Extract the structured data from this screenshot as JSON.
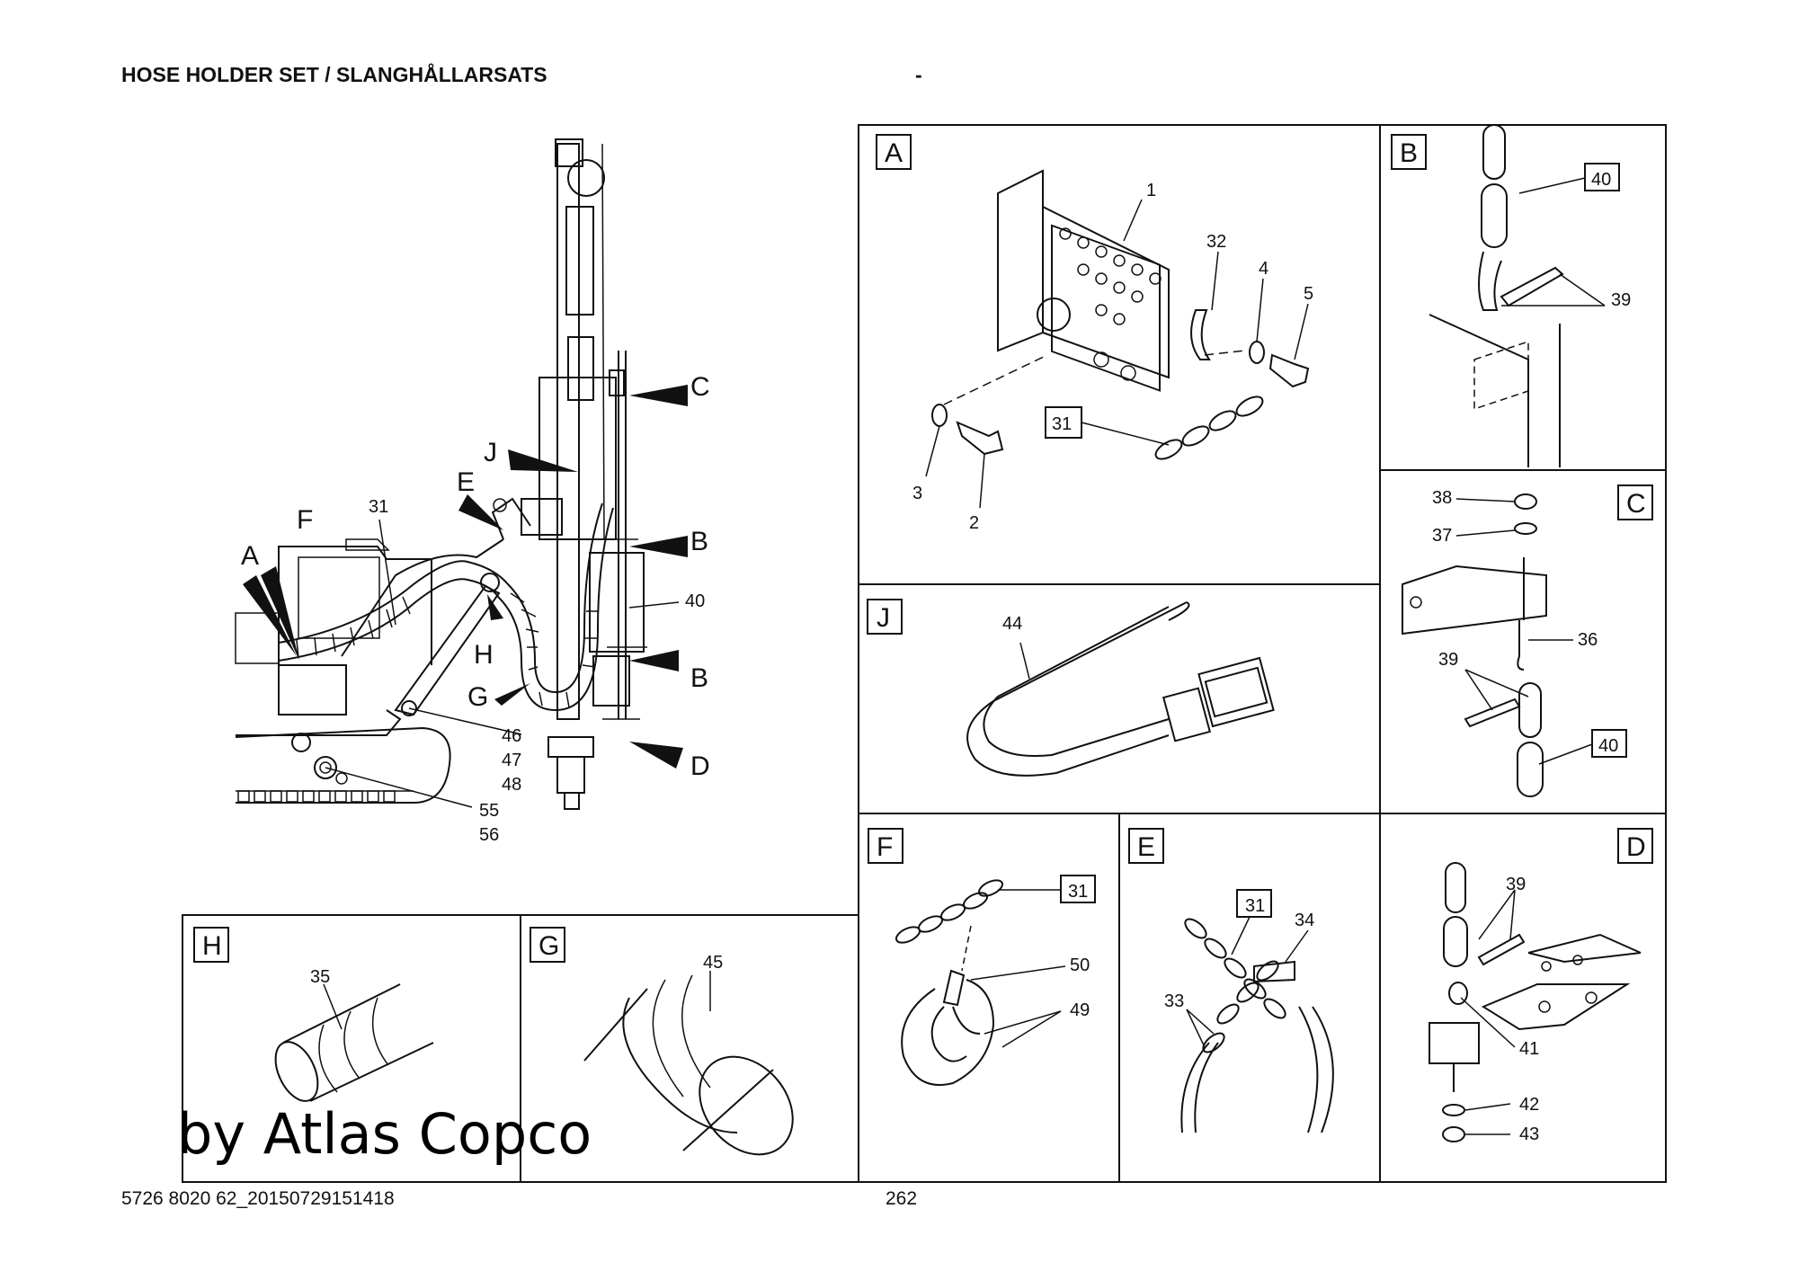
{
  "header": {
    "title": "HOSE HOLDER SET / SLANGHÅLLARSATS",
    "dash": "-"
  },
  "footer": {
    "doc_number": "5726 8020 62_20150729151418",
    "page_number": "262"
  },
  "watermark": "by Atlas Copco",
  "overview": {
    "pointer_labels": {
      "A": "A",
      "B1": "B",
      "B2": "B",
      "C": "C",
      "D": "D",
      "E": "E",
      "F": "F",
      "G": "G",
      "H": "H",
      "J": "J"
    },
    "callouts": {
      "c31": "31",
      "c40": "40",
      "c46": "46",
      "c47": "47",
      "c48": "48",
      "c55": "55",
      "c56": "56"
    }
  },
  "panels": {
    "A": {
      "letter": "A",
      "callouts": [
        "1",
        "32",
        "4",
        "5",
        "31",
        "3",
        "2"
      ]
    },
    "B": {
      "letter": "B",
      "callouts": [
        "40",
        "39"
      ]
    },
    "C": {
      "letter": "C",
      "callouts": [
        "38",
        "37",
        "36",
        "39",
        "40"
      ]
    },
    "J": {
      "letter": "J",
      "callouts": [
        "44"
      ]
    },
    "F": {
      "letter": "F",
      "callouts": [
        "31",
        "50",
        "49"
      ]
    },
    "E": {
      "letter": "E",
      "callouts": [
        "31",
        "34",
        "33"
      ]
    },
    "D": {
      "letter": "D",
      "callouts": [
        "39",
        "41",
        "42",
        "43"
      ]
    },
    "H": {
      "letter": "H",
      "callouts": [
        "35"
      ]
    },
    "G": {
      "letter": "G",
      "callouts": [
        "45"
      ]
    }
  }
}
